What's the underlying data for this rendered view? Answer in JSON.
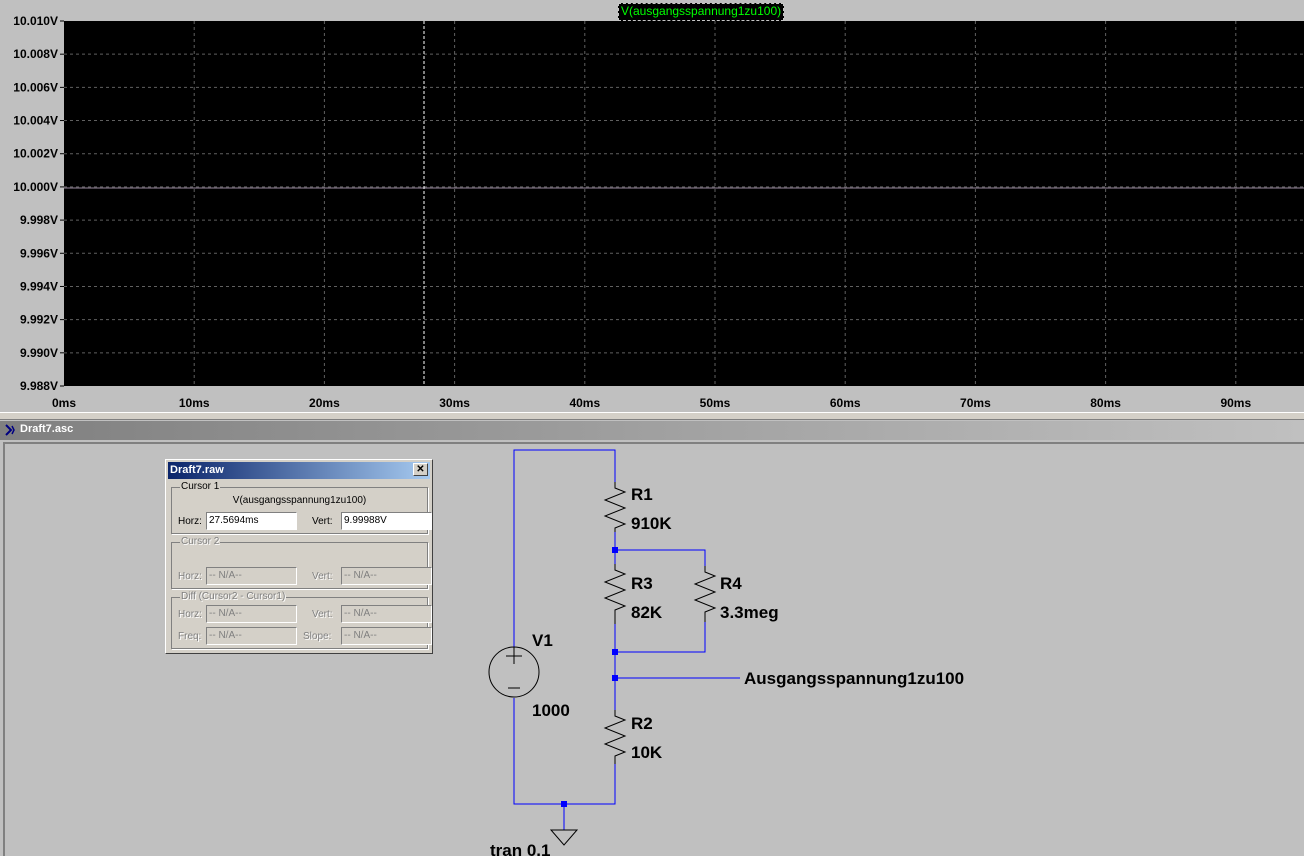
{
  "plot": {
    "trace_label": "V(ausgangsspannung1zu100)",
    "trace_color": "#00ff00",
    "background": "#000000",
    "y_ticks": [
      "10.010V",
      "10.008V",
      "10.006V",
      "10.004V",
      "10.002V",
      "10.000V",
      "9.998V",
      "9.996V",
      "9.994V",
      "9.992V",
      "9.990V",
      "9.988V"
    ],
    "x_ticks": [
      "0ms",
      "10ms",
      "20ms",
      "30ms",
      "40ms",
      "50ms",
      "60ms",
      "70ms",
      "80ms",
      "90ms"
    ],
    "cursor1_ms": 27.5694
  },
  "schematic": {
    "title": "Draft7.asc",
    "components": {
      "R1": {
        "name": "R1",
        "value": "910K"
      },
      "R3": {
        "name": "R3",
        "value": "82K"
      },
      "R4": {
        "name": "R4",
        "value": "3.3meg"
      },
      "R2": {
        "name": "R2",
        "value": "10K"
      },
      "V1": {
        "name": "V1",
        "value": "1000"
      }
    },
    "net_label": "Ausgangsspannung1zu100",
    "directive": "tran 0.1",
    "wire_color": "#0000ff"
  },
  "dialog": {
    "title": "Draft7.raw",
    "close": "✕",
    "cursor1": {
      "legend": "Cursor 1",
      "trace": "V(ausgangsspannung1zu100)",
      "horz_label": "Horz:",
      "horz_value": "27.5694ms",
      "vert_label": "Vert:",
      "vert_value": "9.99988V"
    },
    "cursor2": {
      "legend": "Cursor 2",
      "horz_label": "Horz:",
      "horz_value": "-- N/A--",
      "vert_label": "Vert:",
      "vert_value": "-- N/A--"
    },
    "diff": {
      "legend": "Diff (Cursor2 - Cursor1)",
      "horz_label": "Horz:",
      "horz_value": "-- N/A--",
      "vert_label": "Vert:",
      "vert_value": "-- N/A--",
      "freq_label": "Freq:",
      "freq_value": "-- N/A--",
      "slope_label": "Slope:",
      "slope_value": "-- N/A--"
    }
  }
}
